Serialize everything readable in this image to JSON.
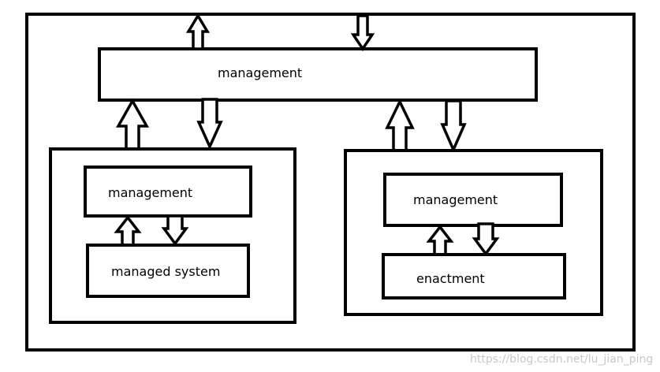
{
  "diagram": {
    "top_box": {
      "label": "management"
    },
    "left_box": {
      "upper_label": "management",
      "lower_label": "managed system"
    },
    "right_box": {
      "upper_label": "management",
      "lower_label": "enactment"
    }
  },
  "watermark": {
    "text": "https://blog.csdn.net/lu_jian_ping"
  },
  "colors": {
    "stroke": "#000000",
    "fill": "#ffffff",
    "watermark": "#c8c8c8"
  }
}
